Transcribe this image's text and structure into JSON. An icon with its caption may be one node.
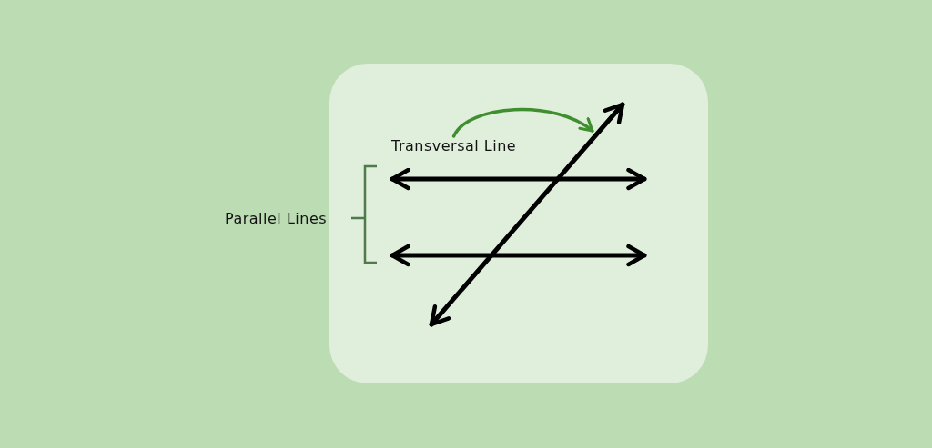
{
  "diagram": {
    "nodes": [
      {
        "text": [
          "Transversal Line"
        ]
      },
      {
        "text": [],
        "shape": "line"
      },
      {
        "text": [],
        "shape": "line"
      },
      {
        "text": [],
        "shape": "line"
      }
    ],
    "edges": [
      {
        "from": 0,
        "to": 1,
        "arrow": "to",
        "color": "#3f8f2f"
      }
    ],
    "labels": [
      "Parallel Lines"
    ]
  }
}
